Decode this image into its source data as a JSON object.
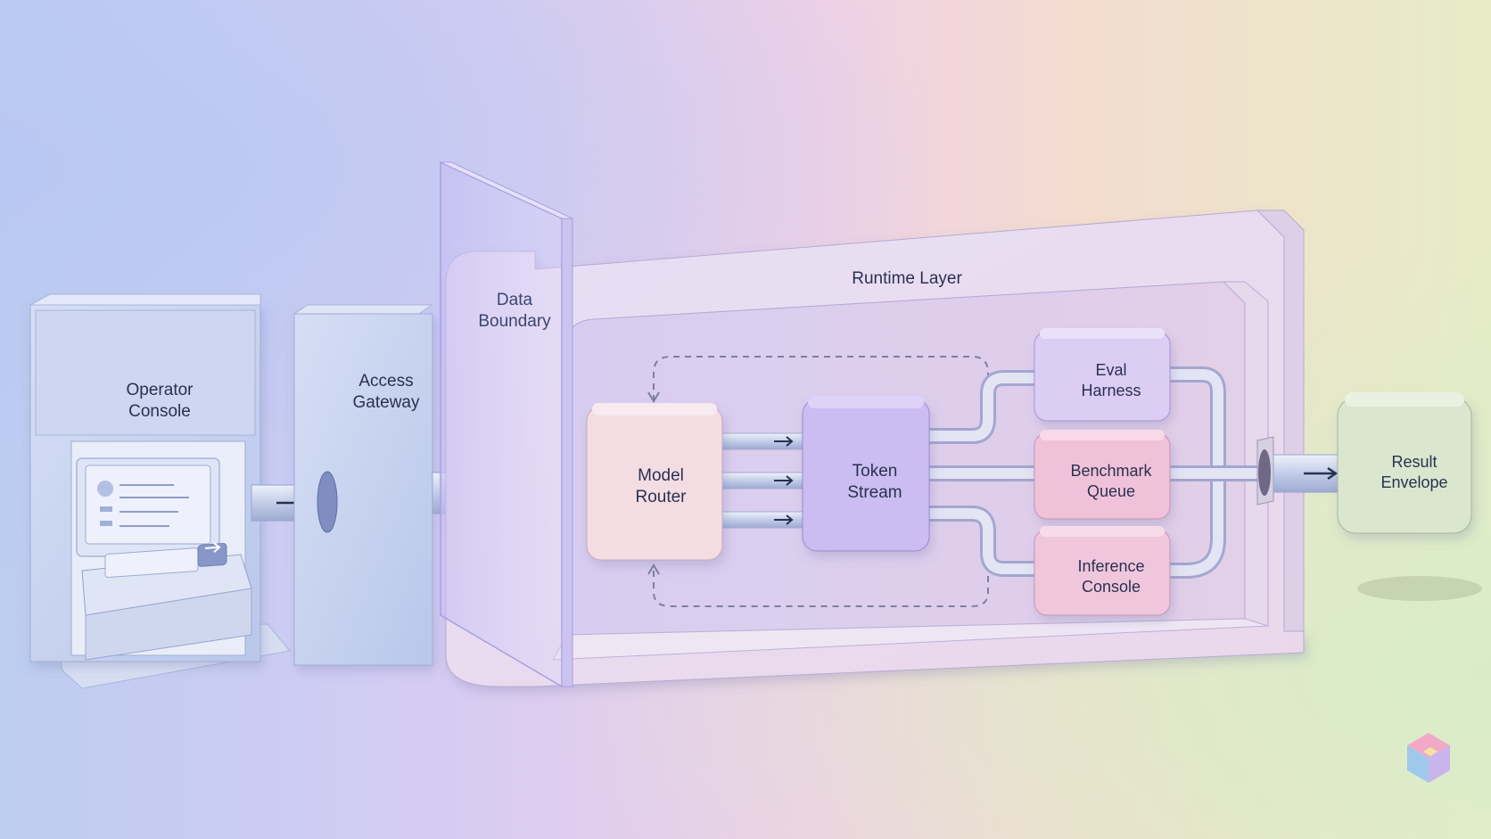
{
  "diagram": {
    "nodes": {
      "operator_console": "Operator\nConsole",
      "access_gateway": "Access\nGateway",
      "data_boundary": "Data\nBoundary",
      "runtime_layer": "Runtime Layer",
      "model_router": "Model\nRouter",
      "token_stream": "Token\nStream",
      "eval_harness": "Eval\nHarness",
      "benchmark_queue": "Benchmark\nQueue",
      "inference_console": "Inference\nConsole",
      "result_envelope": "Result\nEnvelope"
    },
    "colors": {
      "console_blue": "#c9d5ef",
      "boundary_glass": "#c7bff2",
      "runtime_frame": "#e6dcef",
      "router_pink": "#f3dde3",
      "token_purple": "#cbbdf2",
      "eval_lavender": "#dccdf5",
      "benchmark_pink": "#f0c2da",
      "inference_pink": "#efc6dc",
      "result_green": "#dbe6cf"
    },
    "icons": {
      "logo": "cube-logo-icon"
    }
  }
}
